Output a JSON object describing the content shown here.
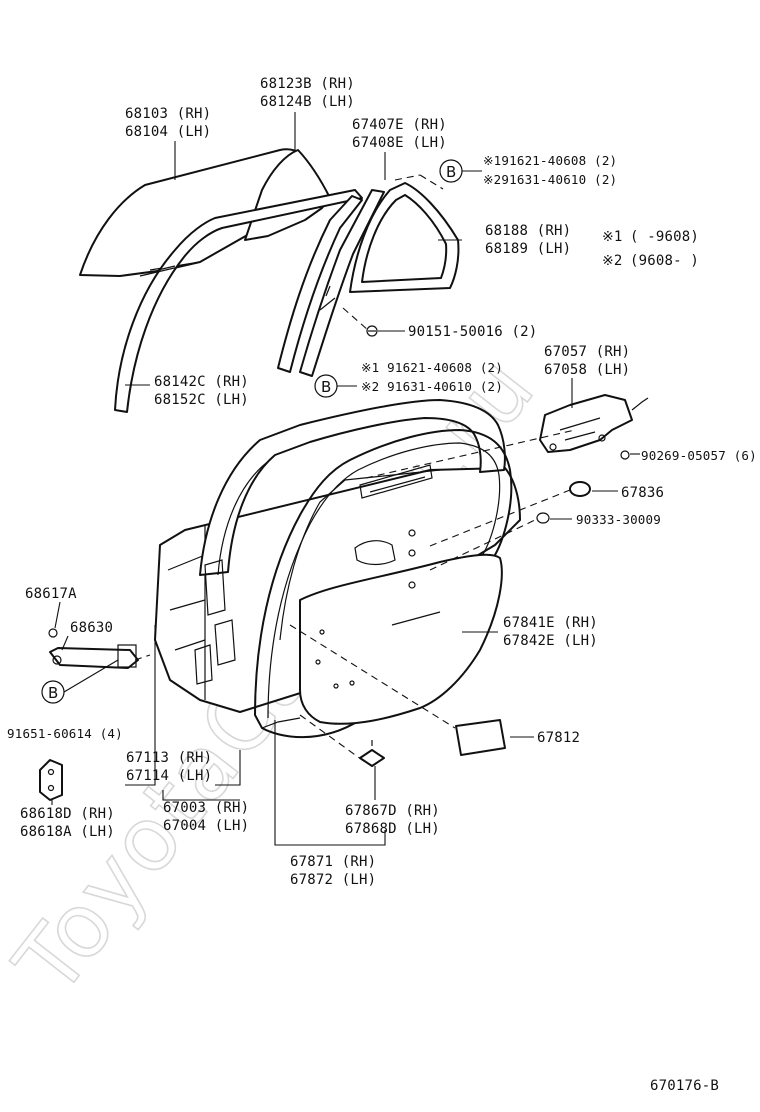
{
  "diagram": {
    "watermark": "ToyotaCatalog.ru",
    "code": "670176-B",
    "callout_letter": "B",
    "legend": {
      "row1_mark": "※1",
      "row1_range": "(       -9608)",
      "row2_mark": "※2",
      "row2_range": "(9608-      )"
    },
    "parts": {
      "p68123": {
        "line1": "68123B (RH)",
        "line2": "68124B (LH)"
      },
      "p68103": {
        "line1": "68103 (RH)",
        "line2": "68104 (LH)"
      },
      "p67407": {
        "line1": "67407E (RH)",
        "line2": "67408E (LH)"
      },
      "pB1": {
        "line1": "※191621-40608 (2)",
        "line2": "※291631-40610 (2)"
      },
      "p68188": {
        "line1": "68188 (RH)",
        "line2": "68189 (LH)"
      },
      "p90151": {
        "line1": "90151-50016 (2)"
      },
      "p68142": {
        "line1": "68142C (RH)",
        "line2": "68152C (LH)"
      },
      "pB2": {
        "line1": "※1 91621-40608 (2)",
        "line2": "※2 91631-40610 (2)"
      },
      "p67057": {
        "line1": "67057 (RH)",
        "line2": "67058 (LH)"
      },
      "p90269": {
        "line1": "90269-05057 (6)"
      },
      "p67836": {
        "line1": "67836"
      },
      "p90333": {
        "line1": "90333-30009"
      },
      "p68617": {
        "line1": "68617A"
      },
      "p68630": {
        "line1": "68630"
      },
      "p67841": {
        "line1": "67841E (RH)",
        "line2": "67842E (LH)"
      },
      "p91651": {
        "line1": "91651-60614 (4)"
      },
      "p67812": {
        "line1": "67812"
      },
      "p67113": {
        "line1": "67113 (RH)",
        "line2": "67114 (LH)"
      },
      "p68618": {
        "line1": "68618D (RH)",
        "line2": "68618A (LH)"
      },
      "p67003": {
        "line1": "67003 (RH)",
        "line2": "67004 (LH)"
      },
      "p67867": {
        "line1": "67867D (RH)",
        "line2": "67868D (LH)"
      },
      "p67871": {
        "line1": "67871 (RH)",
        "line2": "67872 (LH)"
      }
    }
  }
}
